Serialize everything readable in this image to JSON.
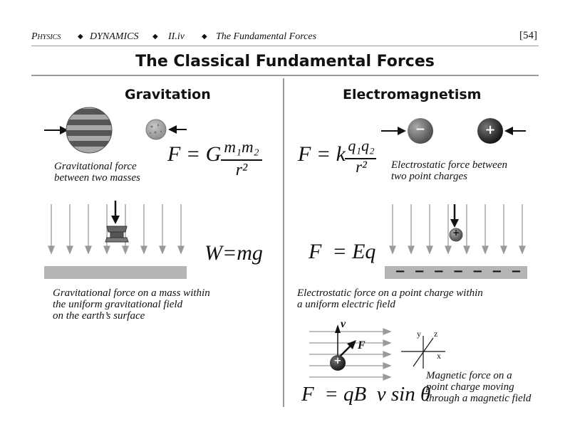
{
  "header": {
    "physics": "Physics",
    "dynamics": "DYNAMICS",
    "section": "II.iv",
    "topic": "The Fundamental Forces",
    "page": "[54]",
    "separator": "◆"
  },
  "title": "The Classical Fundamental Forces",
  "gravitation": {
    "heading": "Gravitation",
    "caption1": [
      "Gravitational force",
      "between two masses"
    ],
    "formula1": {
      "lhs": "F = ",
      "g": "G",
      "num": "m₁m₂",
      "den": "r²"
    },
    "caption2": [
      "Gravitational force on a mass within",
      "the uniform gravitational field",
      "on the earth’s surface"
    ],
    "formula2": "W=mg"
  },
  "electromagnetism": {
    "heading": "Electromagnetism",
    "charge_neg": "−",
    "charge_pos": "+",
    "formula1": {
      "lhs": "F = ",
      "k": "k",
      "num": "q₁q₂",
      "den": "r²"
    },
    "caption1": [
      "Electrostatic force between",
      "two point charges"
    ],
    "formula2": "F  = Eq",
    "caption2": [
      "Electrostatic force on a point charge within",
      "a uniform electric field"
    ],
    "plate_minus": [
      "−",
      "−",
      "−",
      "−",
      "−",
      "−",
      "−"
    ],
    "vec_v": "v",
    "vec_F": "F",
    "axis_y": "y",
    "axis_z": "z",
    "axis_x": "x",
    "formula3": "F  = qB  v sin θ",
    "caption3": [
      "Magnetic force on a",
      "point charge moving",
      "through a magnetic field"
    ]
  },
  "colors": {
    "rule": "#9a9a9a",
    "field_line": "#9a9a9a",
    "plate": "#b5b5b5",
    "planet_band_dark": "#555555",
    "planet_band_light": "#a8a8a8"
  }
}
